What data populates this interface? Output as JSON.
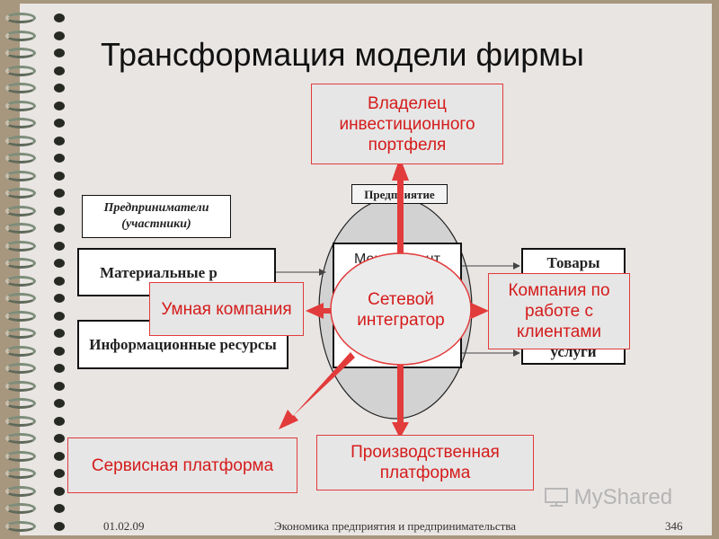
{
  "title": "Трансформация модели фирмы",
  "labels": {
    "entrepreneurs": "Предприниматели (участники)",
    "enterprise": "Предприятие",
    "material": "Материальные р",
    "information": "Информационные ресурсы",
    "management": "Менеджмент",
    "goods": "Товары",
    "services": "услуги"
  },
  "roles": {
    "portfolio_owner": "Владелец инвестиционного портфеля",
    "smart_company": "Умная компания",
    "network_integrator": "Сетевой интегратор",
    "customer_company": "Компания по работе с клиентами",
    "service_platform": "Сервисная платформа",
    "production_platform": "Производственная платформа"
  },
  "footer": {
    "date": "01.02.09",
    "course": "Экономика предприятия и предпринимательства",
    "page": "346"
  },
  "watermark": "MyShared",
  "colors": {
    "accent": "#e23b3b",
    "page": "#e9e5e3",
    "spiral": "#7d8d7a"
  }
}
